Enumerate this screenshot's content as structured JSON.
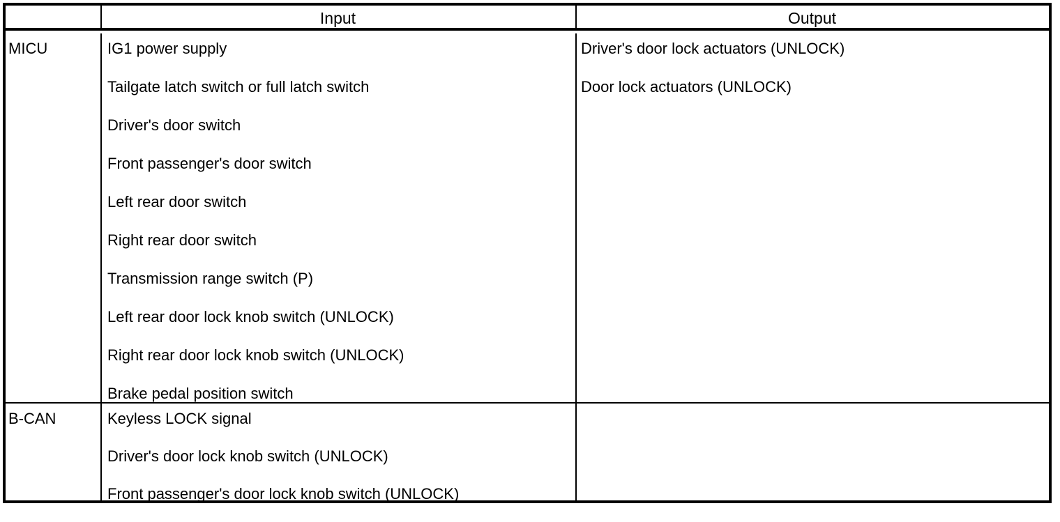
{
  "table": {
    "headers": {
      "module": "",
      "input": "Input",
      "output": "Output"
    },
    "groups": [
      {
        "module": "MICU",
        "inputs": [
          "IG1 power supply",
          "Tailgate latch switch or full latch switch",
          "Driver's door switch",
          "Front passenger's door switch",
          "Left rear door switch",
          "Right rear door switch",
          "Transmission range switch (P)",
          "Left rear door lock knob switch (UNLOCK)",
          "Right rear door lock knob switch (UNLOCK)",
          "Brake pedal position switch"
        ],
        "outputs": [
          "Driver's door lock actuators (UNLOCK)",
          "Door lock actuators (UNLOCK)"
        ]
      },
      {
        "module": "B-CAN",
        "inputs": [
          "Keyless LOCK signal",
          "Driver's door lock knob switch (UNLOCK)",
          "Front passenger's door lock knob switch (UNLOCK)"
        ],
        "outputs": []
      }
    ]
  },
  "colors": {
    "border": "#000000",
    "text": "#000000",
    "background": "#ffffff"
  }
}
